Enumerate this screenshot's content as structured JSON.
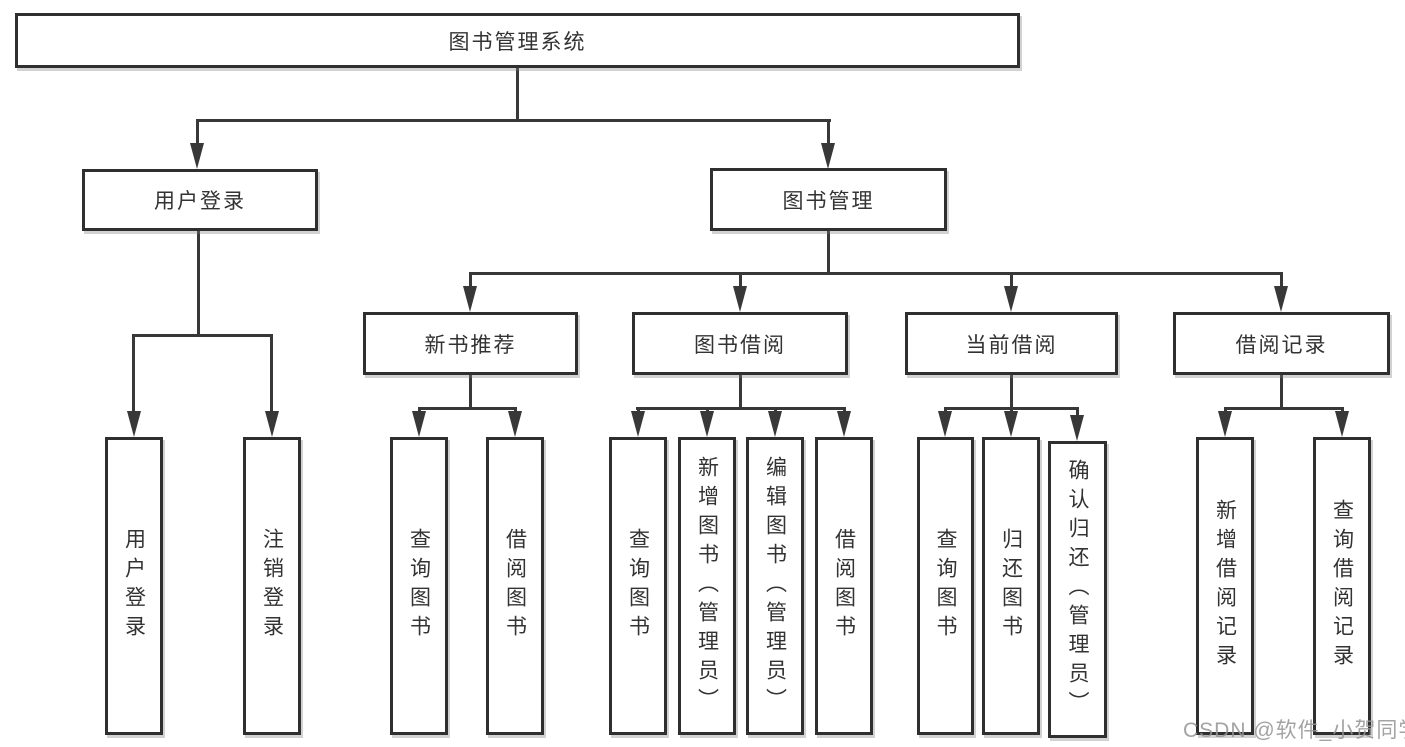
{
  "diagram": {
    "type": "hierarchy-tree",
    "nodes": {
      "root": "图书管理系统",
      "user_login": "用户登录",
      "book_mgmt": "图书管理",
      "new_books": "新书推荐",
      "book_borrow": "图书借阅",
      "current_borrow": "当前借阅",
      "borrow_records": "借阅记录"
    },
    "leaves": {
      "user_login": [
        "用户登录",
        "注销登录"
      ],
      "new_books": [
        "查询图书",
        "借阅图书"
      ],
      "book_borrow": [
        "查询图书",
        "新增图书（管理员）",
        "编辑图书（管理员）",
        "借阅图书"
      ],
      "current_borrow": [
        "查询图书",
        "归还图书",
        "确认归还（管理员）"
      ],
      "borrow_records": [
        "新增借阅记录",
        "查询借阅记录"
      ]
    },
    "colors": {
      "line": "#383838",
      "border": "#2f2f2f",
      "text": "#333333",
      "background": "#ffffff",
      "watermark": "#969696"
    },
    "watermark": "CSDN @软件_小贺同学"
  }
}
